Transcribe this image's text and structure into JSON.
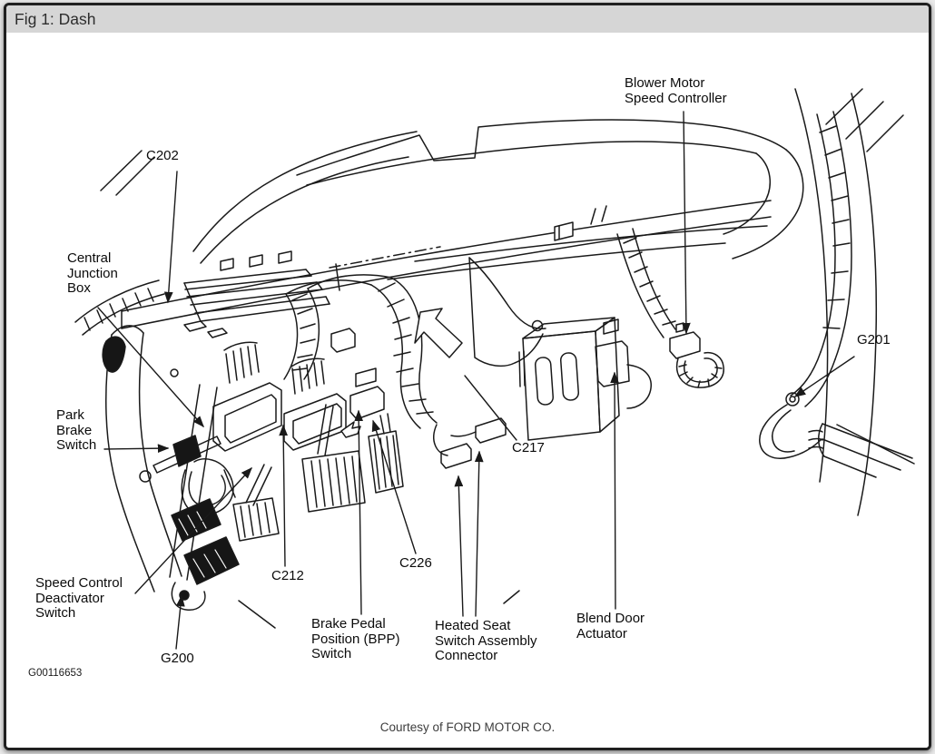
{
  "header": {
    "title": "Fig 1: Dash"
  },
  "figure": {
    "id_code": "G00116653",
    "credit": "Courtesy of FORD MOTOR CO.",
    "callouts": {
      "c202": "C202",
      "central_junction_box": "Central\nJunction\nBox",
      "park_brake_switch": "Park\nBrake\nSwitch",
      "speed_control_deactivator_switch": "Speed Control\nDeactivator\nSwitch",
      "g200": "G200",
      "c212": "C212",
      "c226": "C226",
      "brake_pedal_position_switch": "Brake Pedal\nPosition (BPP)\nSwitch",
      "heated_seat_switch_assembly_connector": "Heated Seat\nSwitch Assembly\nConnector",
      "c217": "C217",
      "blend_door_actuator": "Blend Door\nActuator",
      "blower_motor_speed_controller": "Blower Motor\nSpeed Controller",
      "g201": "G201"
    },
    "colors": {
      "line_art": "#1a1a1a",
      "header_bg": "#d6d6d6",
      "canvas_bg": "#ffffff",
      "page_bg": "#e9e9e9"
    }
  }
}
